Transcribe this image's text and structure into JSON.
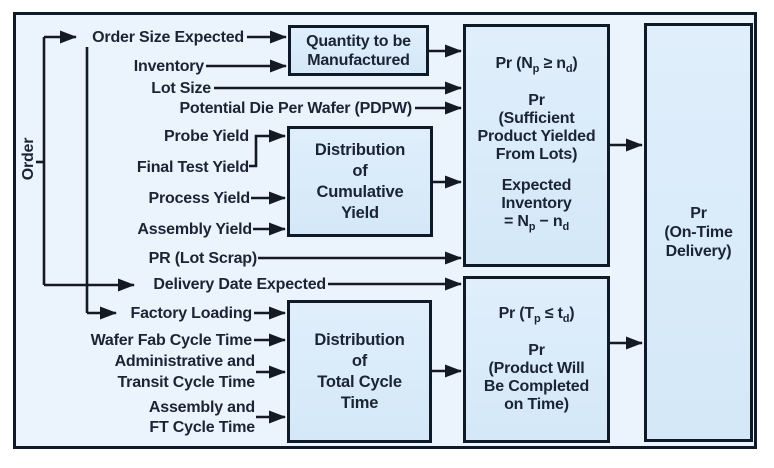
{
  "diagram": {
    "order_label": "Order",
    "inputs": {
      "order_size": "Order Size Expected",
      "inventory": "Inventory",
      "lot_size": "Lot Size",
      "pdpw": "Potential Die Per Wafer (PDPW)",
      "probe_yield": "Probe Yield",
      "final_test_yield": "Final Test Yield",
      "process_yield": "Process Yield",
      "assembly_yield": "Assembly Yield",
      "pr_lot_scrap": "PR (Lot Scrap)",
      "delivery_date": "Delivery Date Expected",
      "factory_loading": "Factory Loading",
      "wafer_fab_ct": "Wafer Fab Cycle Time",
      "admin_transit_ct": "Administrative and\nTransit Cycle Time",
      "assembly_ft_ct": "Assembly and\nFT Cycle Time"
    },
    "boxes": {
      "quantity": "Quantity to be\nManufactured",
      "dist_yield": "Distribution\nof\nCumulative\nYield",
      "dist_cycle": "Distribution\nof\nTotal Cycle\nTime",
      "supply": {
        "f1_pre": "Pr (N",
        "f1_sub1": "p",
        "f1_mid": " ≥ n",
        "f1_sub2": "d",
        "f1_post": ")",
        "body": "Pr\n(Sufficient\nProduct Yielded\nFrom Lots)",
        "body2": "Expected\nInventory",
        "f2_pre": "= N",
        "f2_sub1": "p",
        "f2_mid": " − n",
        "f2_sub2": "d",
        "f2_post": ""
      },
      "time": {
        "f1_pre": "Pr (T",
        "f1_sub1": "p",
        "f1_mid": " ≤ t",
        "f1_sub2": "d",
        "f1_post": ")",
        "body": "Pr\n(Product Will\nBe Completed\non Time)"
      },
      "ontime": "Pr\n(On-Time\nDelivery)"
    },
    "colors": {
      "background": "#ebf3fc",
      "box_fill": "#d9eaf8",
      "border_line": "#0f1a28",
      "text": "#1b2434"
    }
  }
}
